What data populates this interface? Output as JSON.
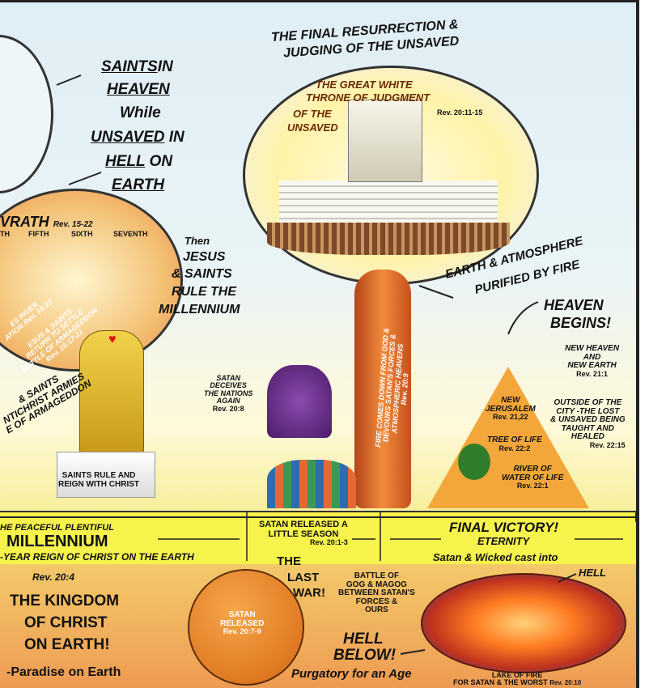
{
  "top": {
    "saints": [
      "SAINTS",
      " IN"
    ],
    "heaven": "HEAVEN",
    "while": "While",
    "unsaved": [
      "UNSAVED",
      " IN"
    ],
    "hell_on": [
      "HELL",
      " ON"
    ],
    "earth": "EARTH",
    "wrath": "VRATH",
    "wrath_ref": "Rev. 15-22",
    "bowls": [
      "TH",
      "FIFTH",
      "SIXTH",
      "SEVENTH"
    ]
  },
  "judgment": {
    "title1": "THE FINAL RESURRECTION &",
    "title2": "JUDGING OF THE UNSAVED",
    "throne1": "THE GREAT WHITE",
    "throne2": "THRONE OF JUDGMENT",
    "of_the": "OF THE",
    "unsaved": "UNSAVED",
    "ref": "Rev. 20:11-15"
  },
  "millennium_text": {
    "then": "Then",
    "jesus": "JESUS",
    "saints": "& SAINTS",
    "rule": "RULE THE",
    "mill": "MILLENNIUM"
  },
  "earth_fire": [
    "EARTH & ATMOSPHERE",
    "PURIFIED BY FIRE"
  ],
  "heaven_begins": [
    "HEAVEN",
    "BEGINS!"
  ],
  "new_heaven": {
    "l1": "NEW HEAVEN",
    "l2": "AND",
    "l3": "NEW EARTH",
    "ref": "Rev. 21:1"
  },
  "outside": {
    "l1": "OUTSIDE OF THE",
    "l2": "CITY -THE LOST",
    "l3": "& UNSAVED BEING",
    "l4": "TAUGHT AND",
    "l5": "HEALED",
    "ref": "Rev. 22:15"
  },
  "pyramid": {
    "nj1": "NEW",
    "nj2": "JERUSALEM",
    "nj_ref": "Rev. 21,22",
    "tree": "TREE OF LIFE",
    "tree_ref": "Rev. 22:2",
    "river1": "RIVER OF",
    "river2": "WATER OF LIFE",
    "river_ref": "Rev. 22:1"
  },
  "satan_deceives": {
    "l1": "SATAN",
    "l2": "DECEIVES",
    "l3": "THE NATIONS",
    "l4": "AGAIN",
    "ref": "Rev. 20:8"
  },
  "fire_column": [
    "FIRE COMES DOWN FROM GOD &",
    "DEVOURS SATAN'S FORCES &",
    "ATMOSPHERIC HEAVENS",
    "Rev. 20:9"
  ],
  "left_banners": [
    "ES RIVER",
    "ATION Rev. 16:12",
    "ESUS & SAINTS",
    "RETURN TO SETTLE",
    "BATTLE OF ARMAGEDDON",
    "Rev. 16:17-21"
  ],
  "left_saints": [
    "& SAINTS",
    "NTICHRIST ARMIES",
    "E OF ARMAGEDDON"
  ],
  "saints_rule": [
    "SAINTS RULE AND",
    "REIGN WITH CHRIST"
  ],
  "band": {
    "peaceful": "HE PEACEFUL PLENTIFUL",
    "millennium": "MILLENNIUM",
    "reign": "-YEAR REIGN OF CHRIST ON THE EARTH",
    "released1": "SATAN RELEASED A",
    "released2": "LITTLE SEASON",
    "released_ref": "Rev. 20:1-3",
    "victory": "FINAL VICTORY!",
    "eternity": "ETERNITY",
    "cast": "Satan & Wicked cast into"
  },
  "lower": {
    "rev": "Rev. 20:4",
    "kingdom1": "THE KINGDOM",
    "kingdom2": "OF CHRIST",
    "kingdom3": "ON EARTH!",
    "paradise": "-Paradise on Earth",
    "globe1": "SATAN",
    "globe2": "RELEASED",
    "globe_ref": "Rev. 20:7-9",
    "last1": "THE",
    "last2": "LAST",
    "last3": "WAR!",
    "gog1": "BATTLE OF",
    "gog2": "GOG & MAGOG",
    "gog3": "BETWEEN SATAN'S",
    "gog4": "FORCES &",
    "gog5": "OURS",
    "hell": "HELL",
    "hell_below1": "HELL",
    "hell_below2": "BELOW!",
    "purgatory": "Purgatory for an Age",
    "lake1": "LAKE OF FIRE",
    "lake2": "FOR SATAN & THE WORST",
    "lake_ref": "Rev. 20:10"
  },
  "colors": {
    "band": "#f6f34c",
    "fire": "#ff7b22",
    "globe": "#e07a22",
    "sky": "#dfeef5"
  }
}
